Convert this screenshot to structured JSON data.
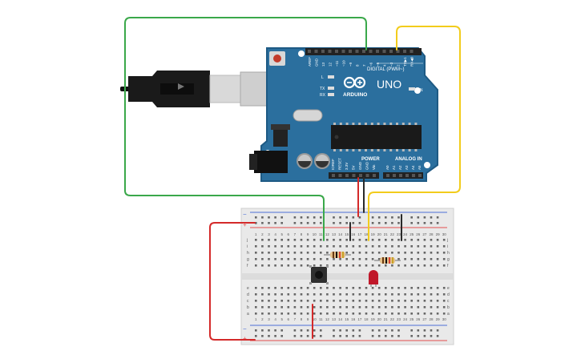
{
  "board": {
    "name": "UNO",
    "brand": "ARDUINO",
    "digital_label": "DIGITAL (PWM~)",
    "power_label": "POWER",
    "analog_label": "ANALOG IN",
    "on_label": "ON",
    "led_labels": [
      "L",
      "TX",
      "RX"
    ],
    "top_header_pins": [
      "AREF",
      "GND",
      "13",
      "12",
      "~11",
      "~10",
      "~9",
      "8",
      "7",
      "~6",
      "~5",
      "4",
      "~3",
      "2",
      "TX▶1",
      "RX◀0"
    ],
    "power_pins": [
      "IOREF",
      "RESET",
      "3.3V",
      "5V",
      "GND",
      "GND",
      "Vin"
    ],
    "analog_pins": [
      "A0",
      "A1",
      "A2",
      "A3",
      "A4",
      "A5"
    ]
  },
  "breadboard": {
    "row_letters_top": [
      "j",
      "i",
      "h",
      "g",
      "f"
    ],
    "row_letters_bottom": [
      "e",
      "d",
      "c",
      "b",
      "a"
    ],
    "col_numbers": [
      "1",
      "2",
      "3",
      "4",
      "5",
      "6",
      "7",
      "8",
      "9",
      "10",
      "11",
      "12",
      "13",
      "14",
      "15",
      "16",
      "17",
      "18",
      "19",
      "20",
      "21",
      "22",
      "23",
      "24",
      "25",
      "26",
      "27",
      "28",
      "29",
      "30"
    ],
    "rail_plus": "+",
    "rail_minus": "−"
  },
  "colors": {
    "board": "#2b6f9e",
    "board_edge": "#1e5a84",
    "wire_green": "#3aa84a",
    "wire_yellow": "#f2cc1c",
    "wire_red": "#d42a2a",
    "wire_black": "#2a2a2a",
    "breadboard": "#e9e9e9",
    "rail_red": "#e35050",
    "rail_blue": "#4d6fd6",
    "led": "#c0182a"
  },
  "icons": [
    "usb-plug-icon",
    "reset-button-icon",
    "pushbutton-icon",
    "led-icon",
    "resistor-icon"
  ]
}
